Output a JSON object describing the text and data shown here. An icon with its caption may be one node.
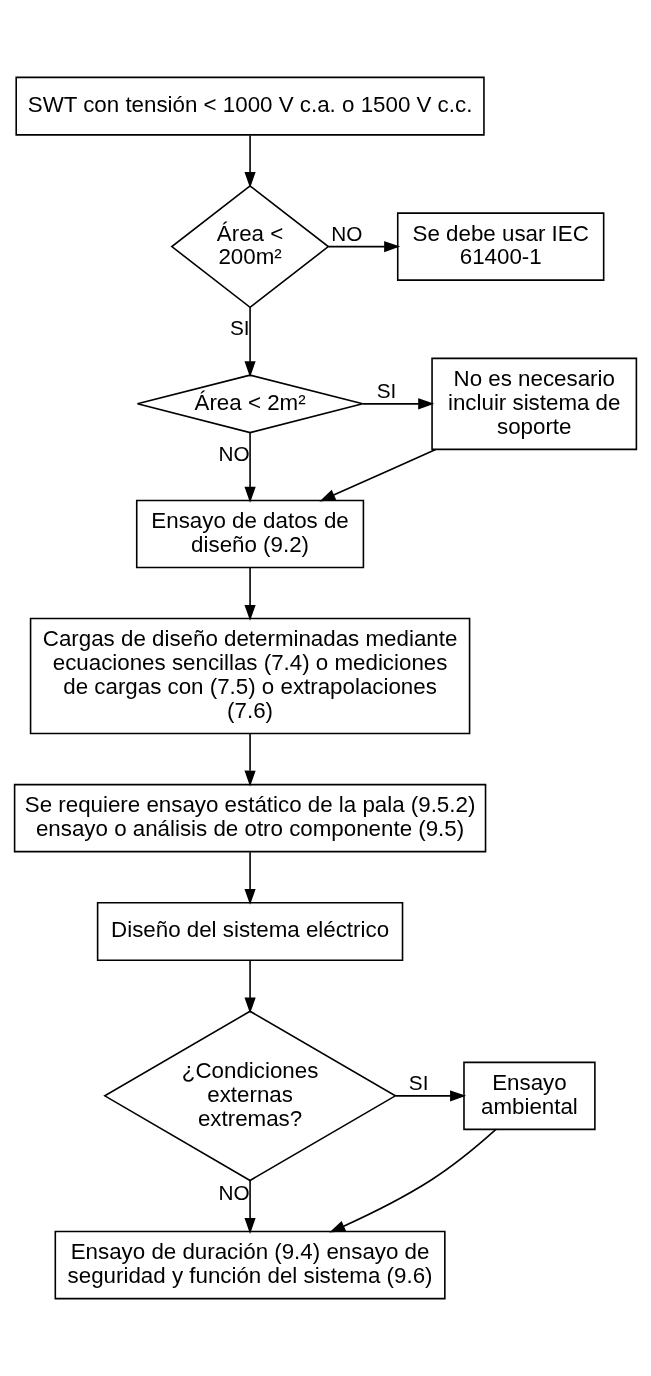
{
  "diagram": {
    "nodes": [
      {
        "text": [
          "SWT con tensión < 1000 V c.a. o 1500 V c.c."
        ]
      },
      {
        "text": [
          "Área < 200m²"
        ]
      },
      {
        "text": [
          "Se debe usar IEC 61400-1"
        ]
      },
      {
        "text": [
          "Área < 2m²"
        ]
      },
      {
        "text": [
          "No es necesario incluir sistema de soporte"
        ]
      },
      {
        "text": [
          "Ensayo de datos de diseño (9.2)"
        ]
      },
      {
        "text": [
          "Cargas de diseño determinadas mediante ecuaciones sencillas (7.4) o mediciones de cargas con (7.5) o extrapolaciones (7.6)"
        ]
      },
      {
        "text": [
          "Se requiere ensayo estático de la pala (9.5.2) ensayo o análisis de otro componente (9.5)"
        ]
      },
      {
        "text": [
          "Diseño del sistema eléctrico"
        ]
      },
      {
        "text": [
          "¿Condiciones externas extremas?"
        ]
      },
      {
        "text": [
          "Ensayo ambiental"
        ]
      },
      {
        "text": [
          "Ensayo de duración (9.4) ensayo de seguridad y función del sistema (9.6)"
        ]
      }
    ],
    "edges": [
      {
        "from": 0,
        "to": 1,
        "arrow": "to"
      },
      {
        "from": 1,
        "to": 2,
        "arrow": "to",
        "label": "NO"
      },
      {
        "from": 1,
        "to": 3,
        "arrow": "to",
        "label": "SI"
      },
      {
        "from": 3,
        "to": 4,
        "arrow": "to",
        "label": "SI"
      },
      {
        "from": 3,
        "to": 5,
        "arrow": "to",
        "label": "NO"
      },
      {
        "from": 4,
        "to": 5,
        "arrow": "to"
      },
      {
        "from": 5,
        "to": 6,
        "arrow": "to"
      },
      {
        "from": 6,
        "to": 7,
        "arrow": "to"
      },
      {
        "from": 7,
        "to": 8,
        "arrow": "to"
      },
      {
        "from": 8,
        "to": 9,
        "arrow": "to"
      },
      {
        "from": 9,
        "to": 10,
        "arrow": "to",
        "label": "SI"
      },
      {
        "from": 9,
        "to": 11,
        "arrow": "to",
        "label": "NO"
      },
      {
        "from": 10,
        "to": 11,
        "arrow": "to"
      }
    ]
  }
}
